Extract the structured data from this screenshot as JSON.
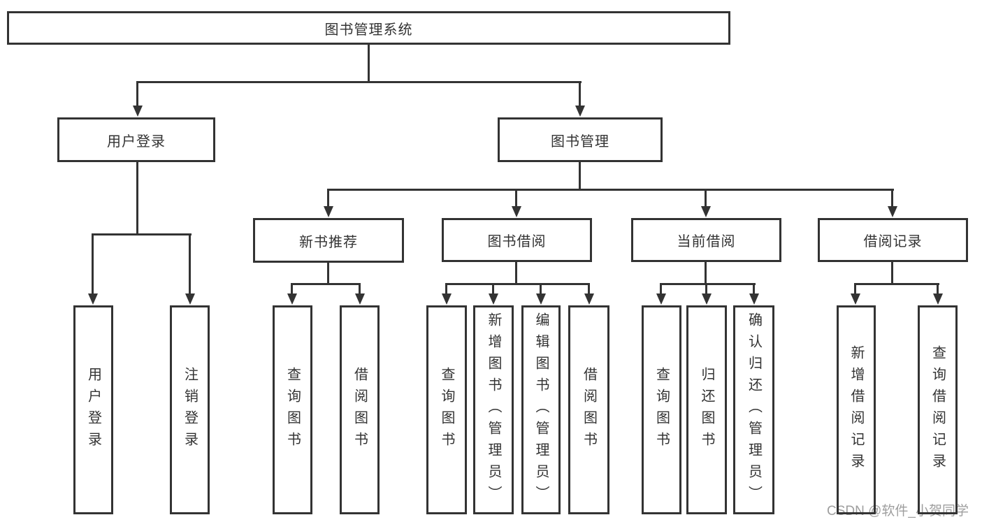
{
  "diagram_type": "hierarchy-tree",
  "colors": {
    "line": "#333333",
    "box_border": "#333333",
    "text": "#333333",
    "background": "#ffffff",
    "watermark_text_color": "#9e9e9e"
  },
  "watermark": "CSDN @软件_小贺同学",
  "tree": {
    "label": "图书管理系统",
    "children": [
      {
        "label": "用户登录",
        "children": [
          {
            "label": "用户登录"
          },
          {
            "label": "注销登录"
          }
        ]
      },
      {
        "label": "图书管理",
        "children": [
          {
            "label": "新书推荐",
            "children": [
              {
                "label": "查询图书"
              },
              {
                "label": "借阅图书"
              }
            ]
          },
          {
            "label": "图书借阅",
            "children": [
              {
                "label": "查询图书"
              },
              {
                "label": "新增图书（管理员）"
              },
              {
                "label": "编辑图书（管理员）"
              },
              {
                "label": "借阅图书"
              }
            ]
          },
          {
            "label": "当前借阅",
            "children": [
              {
                "label": "查询图书"
              },
              {
                "label": "归还图书"
              },
              {
                "label": "确认归还（管理员）"
              }
            ]
          },
          {
            "label": "借阅记录",
            "children": [
              {
                "label": "新增借阅记录"
              },
              {
                "label": "查询借阅记录"
              }
            ]
          }
        ]
      }
    ]
  }
}
